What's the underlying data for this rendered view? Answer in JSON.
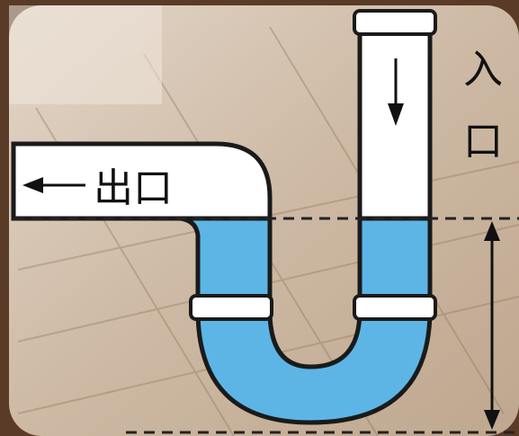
{
  "labels": {
    "outlet": "出口",
    "inlet_char1": "入",
    "inlet_char2": "口"
  },
  "colors": {
    "water": "#5db5e6",
    "pipe_fill": "#ffffff",
    "pipe_outline": "#1a1a1a",
    "floor_light": "#d9c9b8",
    "floor_dark": "#b9a48f",
    "floor_border": "#6b4a32"
  },
  "icons": {
    "outlet_arrow": "left-arrow-icon",
    "inlet_arrow": "down-arrow-icon",
    "water_seal_depth": "double-headed-vertical-arrow-icon"
  }
}
